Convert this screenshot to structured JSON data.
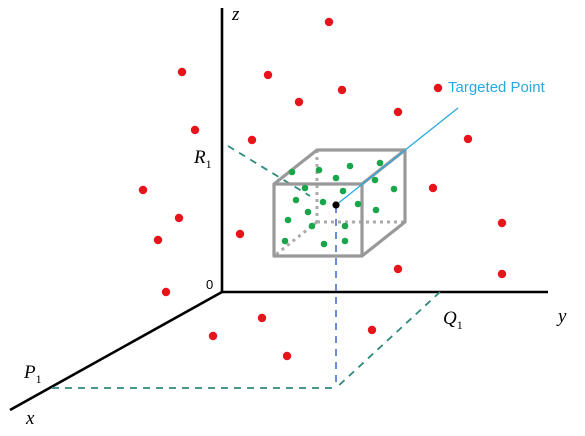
{
  "diagram": {
    "axes": {
      "x_label": "x",
      "y_label": "y",
      "z_label": "z",
      "origin_label": "0"
    },
    "points": {
      "P": {
        "base": "P",
        "sub": "1"
      },
      "Q": {
        "base": "Q",
        "sub": "1"
      },
      "R": {
        "base": "R",
        "sub": "1"
      }
    },
    "annotation": {
      "text": "Targeted Point"
    },
    "colors": {
      "axis": "#000000",
      "cube_edge": "#999999",
      "cube_hidden_edge": "#aaaaaa",
      "outer_point": "#e8141c",
      "inner_point": "#19a64a",
      "target_point": "#000000",
      "annotation": "#2aa8e0",
      "dash_green": "#2f8a7a",
      "dash_blue": "#5a7fd6"
    }
  }
}
